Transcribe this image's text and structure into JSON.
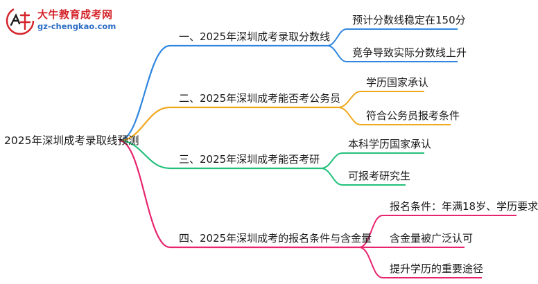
{
  "logo": {
    "title": "大牛教育成考网",
    "url": "gz-chengkao.com"
  },
  "root": "2025年深圳成考录取线预测",
  "branches": [
    {
      "label": "一、2025年深圳成考录取分数线",
      "color": "#2f86e0",
      "children": [
        "预计分数线稳定在150分",
        "竞争导致实际分数线上升"
      ]
    },
    {
      "label": "二、2025年深圳成考能否考公务员",
      "color": "#f0a81e",
      "children": [
        "学历国家承认",
        "符合公务员报考条件"
      ]
    },
    {
      "label": "三、2025年深圳成考能否考研",
      "color": "#21c07a",
      "children": [
        "本科学历国家承认",
        "可报考研究生"
      ]
    },
    {
      "label": "四、2025年深圳成考的报名条件与含金量",
      "color": "#e8246e",
      "children": [
        "报名条件：年满18岁、学历要求",
        "含金量被广泛认可",
        "提升学历的重要途径"
      ]
    }
  ]
}
